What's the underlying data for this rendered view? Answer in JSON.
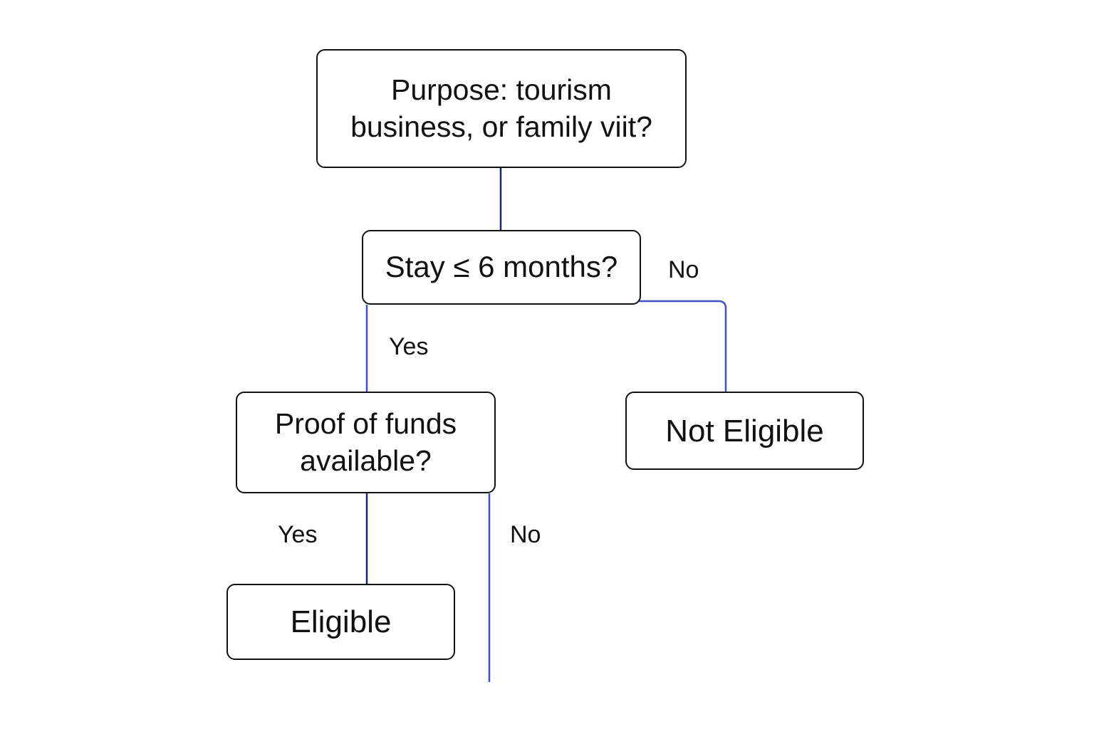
{
  "diagram": {
    "nodes": {
      "purpose": {
        "line1": "Purpose: tourism",
        "line2": "business, or family viit?"
      },
      "stay": {
        "text": "Stay ≤ 6 months?"
      },
      "funds": {
        "line1": "Proof of funds",
        "line2": "available?"
      },
      "not_eligible": {
        "text": "Not Eligible"
      },
      "eligible": {
        "text": "Eligible"
      }
    },
    "edges": {
      "stay_no": "No",
      "stay_yes": "Yes",
      "funds_yes": "Yes",
      "funds_no": "No"
    },
    "colors": {
      "connector_dark": "#1a237e",
      "connector_blue": "#3f51c8",
      "node_border": "#111111",
      "text": "#111111",
      "background": "#ffffff"
    }
  }
}
